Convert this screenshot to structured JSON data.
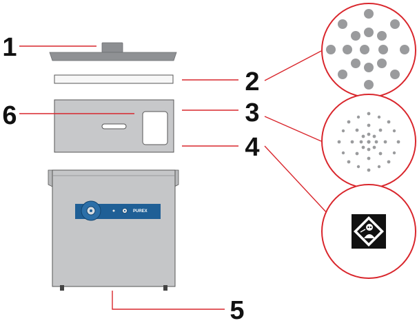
{
  "callouts": {
    "c1": "1",
    "c2": "2",
    "c3": "3",
    "c4": "4",
    "c5": "5",
    "c6": "6"
  },
  "unit": {
    "brand": "PUREX"
  },
  "colors": {
    "leader_line": "#d9262c",
    "body_gray": "#c5c6c8",
    "panel_blue": "#1f5f96",
    "callout_text": "#111111"
  },
  "icons": {
    "filter_layer_3": "coarse-dots-icon",
    "filter_layer_3b": "fine-dots-icon",
    "filter_layer_4": "hazard-diamond-icon"
  }
}
